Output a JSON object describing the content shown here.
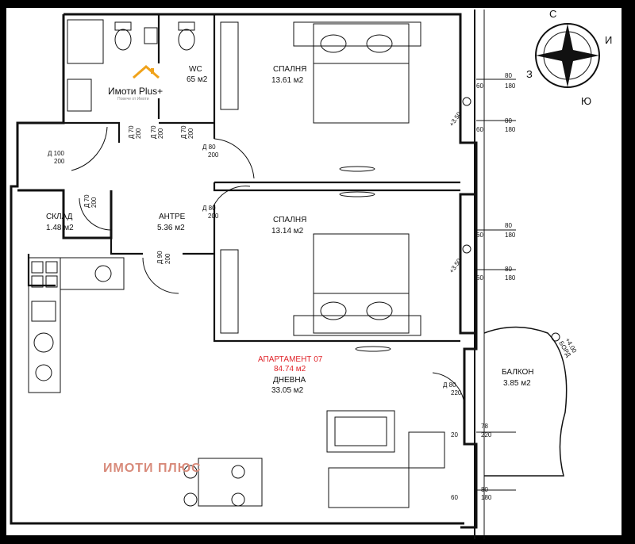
{
  "rooms": {
    "wc": {
      "name": "WC",
      "area": "65 м2"
    },
    "bedroom1": {
      "name": "СПАЛНЯ",
      "area": "13.61 м2"
    },
    "bedroom2": {
      "name": "СПАЛНЯ",
      "area": "13.14 м2"
    },
    "storage": {
      "name": "СКЛАД",
      "area": "1.48 м2"
    },
    "hall": {
      "name": "АНТРЕ",
      "area": "5.36 м2"
    },
    "living": {
      "name": "ДНЕВНА",
      "area": "33.05 м2"
    },
    "balcony": {
      "name": "БАЛКОН",
      "area": "3.85 м2"
    }
  },
  "apartment": {
    "title": "АПАРТАМЕНТ 07",
    "area": "84.74 м2"
  },
  "watermark": "ИМОТИ ПЛЮС",
  "logo": {
    "brand": "Имоти Plus+",
    "tagline": "Повече от Имоти"
  },
  "compass": {
    "n": "С",
    "s": "Ю",
    "e": "И",
    "w": "З"
  },
  "levels": {
    "bedroom1": "+3.50",
    "bedroom2": "+3.50",
    "balcony": "+4.00",
    "edge": "БОРД"
  },
  "doors": {
    "d1_top": "Д 100",
    "d1_bot": "200",
    "d2_top": "Д 80",
    "d2_bot": "200",
    "d3_top": "Д 80",
    "d3_bot": "200",
    "d4_top": "Д 90",
    "d4_bot": "200",
    "d5_top": "Д 80",
    "d5_bot": "220",
    "d6_top": "Д 70",
    "d6_bot": "200",
    "d7_top": "Д 70",
    "d7_bot": "200",
    "d8_top": "Д 70",
    "d8_bot": "200",
    "d9_top": "Д 70",
    "d9_bot": "200"
  },
  "windows": {
    "w1": "80",
    "w1b": "180",
    "w1s": "60",
    "w2": "80",
    "w2b": "180",
    "w2s": "60",
    "w3": "80",
    "w3b": "180",
    "w3s": "60",
    "w4": "80",
    "w4b": "180",
    "w4s": "60",
    "w5": "78",
    "w5b": "220",
    "w5s": "20",
    "w6": "80",
    "w6b": "180",
    "w6s": "60"
  }
}
